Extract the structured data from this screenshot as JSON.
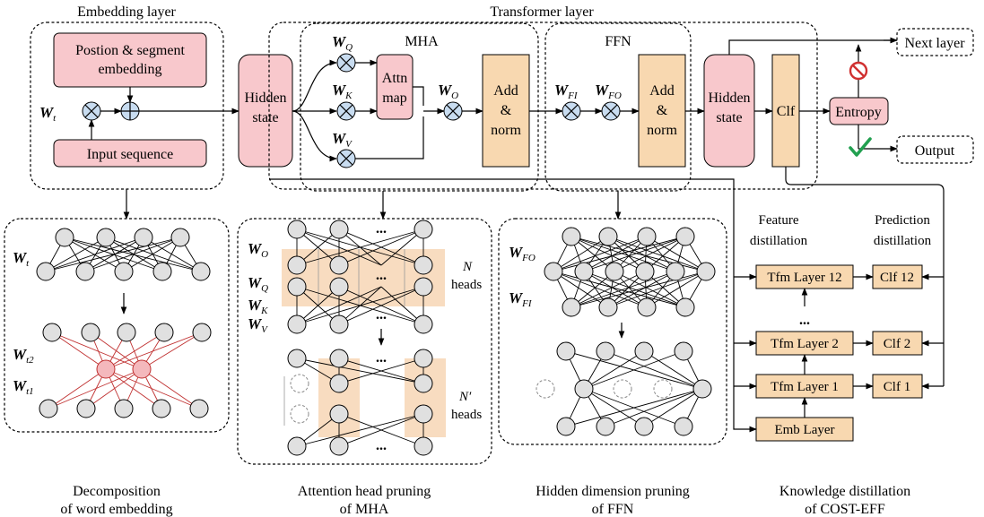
{
  "diagram": {
    "labels": {
      "embedding_layer": "Embedding layer",
      "transformer_layer": "Transformer layer",
      "mha": "MHA",
      "ffn": "FFN",
      "pos_seg": "Postion & segment",
      "pos_seg2": "embedding",
      "input_seq": "Input sequence",
      "hidden": "Hidden",
      "state": "state",
      "attn": "Attn",
      "map": "map",
      "add": "Add",
      "amp": "&",
      "norm": "norm",
      "clf": "Clf",
      "entropy": "Entropy",
      "next_layer": "Next layer",
      "output": "Output",
      "feature": "Feature",
      "distillation": "distillation",
      "prediction": "Prediction",
      "tfm12": "Tfm Layer 12",
      "tfm2": "Tfm Layer 2",
      "tfm1": "Tfm Layer 1",
      "emb": "Emb Layer",
      "clf12": "Clf 12",
      "clf2": "Clf 2",
      "clf1": "Clf 1",
      "dots": "...",
      "vdots": "⋮",
      "n_heads": "N",
      "n_prime": "N′",
      "heads": "heads"
    },
    "symbols": {
      "W": "W",
      "t": "t",
      "Q": "Q",
      "K": "K",
      "V": "V",
      "O": "O",
      "FI": "FI",
      "FO": "FO",
      "t1": "t1",
      "t2": "t2"
    },
    "captions": {
      "c1a": "Decomposition",
      "c1b": "of word embedding",
      "c2a": "Attention head pruning",
      "c2b": "of MHA",
      "c3a": "Hidden dimension pruning",
      "c3b": "of FFN",
      "c4a": "Knowledge distillation",
      "c4b": "of COST-EFF"
    },
    "colors": {
      "pink": "#f8c8cc",
      "tan": "#f8d8b0",
      "op_blue": "#c8dcf0",
      "check_green": "#22a050",
      "stop_red": "#d03030"
    }
  }
}
